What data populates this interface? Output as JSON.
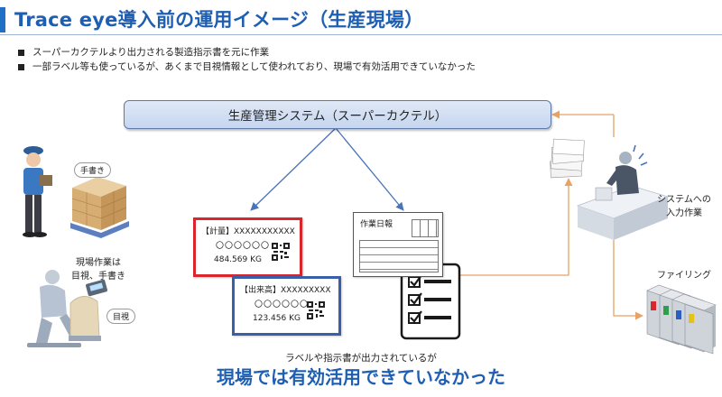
{
  "title": "Trace eye導入前の運用イメージ（生産現場）",
  "bullets": [
    "スーパーカクテルより出力される製造指示書を元に作業",
    "一部ラベル等も使っているが、あくまで目視情報として使われており、現場で有効活用できていなかった"
  ],
  "system_box": "生産管理システム（スーパーカクテル）",
  "bubbles": {
    "handwriting": "手書き",
    "visual": "目視"
  },
  "left_caption": [
    "現場作業は",
    "目視、手書き"
  ],
  "labels": {
    "plan": {
      "header": "【計量】XXXXXXXXXXX",
      "circles": "〇〇〇〇〇〇",
      "weight": "484.569 KG",
      "border_color": "#d9262c"
    },
    "output": {
      "header": "【出来高】XXXXXXXXX",
      "circles": "〇〇〇〇〇〇",
      "weight": "123.456 KG",
      "border_color": "#3a5fa8"
    }
  },
  "work_daily_report": "作業日報",
  "right_labels": {
    "input": [
      "システムへの",
      "入力作業"
    ],
    "filing": "ファイリング"
  },
  "caption_small": "ラベルや指示書が出力されているが",
  "caption_big": "現場では有効活用できていなかった",
  "colors": {
    "title_blue": "#1f5fb3",
    "arrow_blue": "#4a73b8",
    "arrow_orange": "#e8a263"
  }
}
